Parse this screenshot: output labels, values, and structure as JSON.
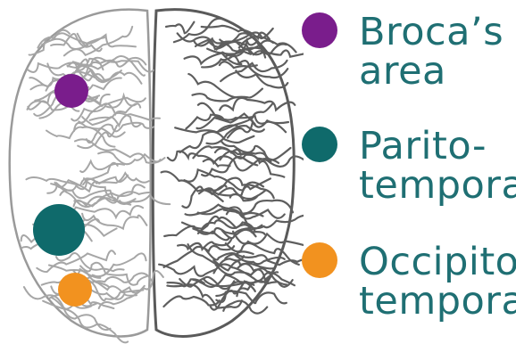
{
  "legend": [
    {
      "key": "broca",
      "lines": [
        "Broca’s",
        "area"
      ],
      "color": "#7a1d8c"
    },
    {
      "key": "parito",
      "lines": [
        "Parito-",
        "temporal"
      ],
      "color": "#0f6a6b"
    },
    {
      "key": "occipito",
      "lines": [
        "Occipito-",
        "temporal"
      ],
      "color": "#f2921f"
    }
  ],
  "colors": {
    "text": "#1f6f73",
    "brain_line": "#6a6a6a",
    "brain_left_line": "#9a9a9a"
  },
  "icons": {
    "brain": "brain-top-view-illustration"
  }
}
